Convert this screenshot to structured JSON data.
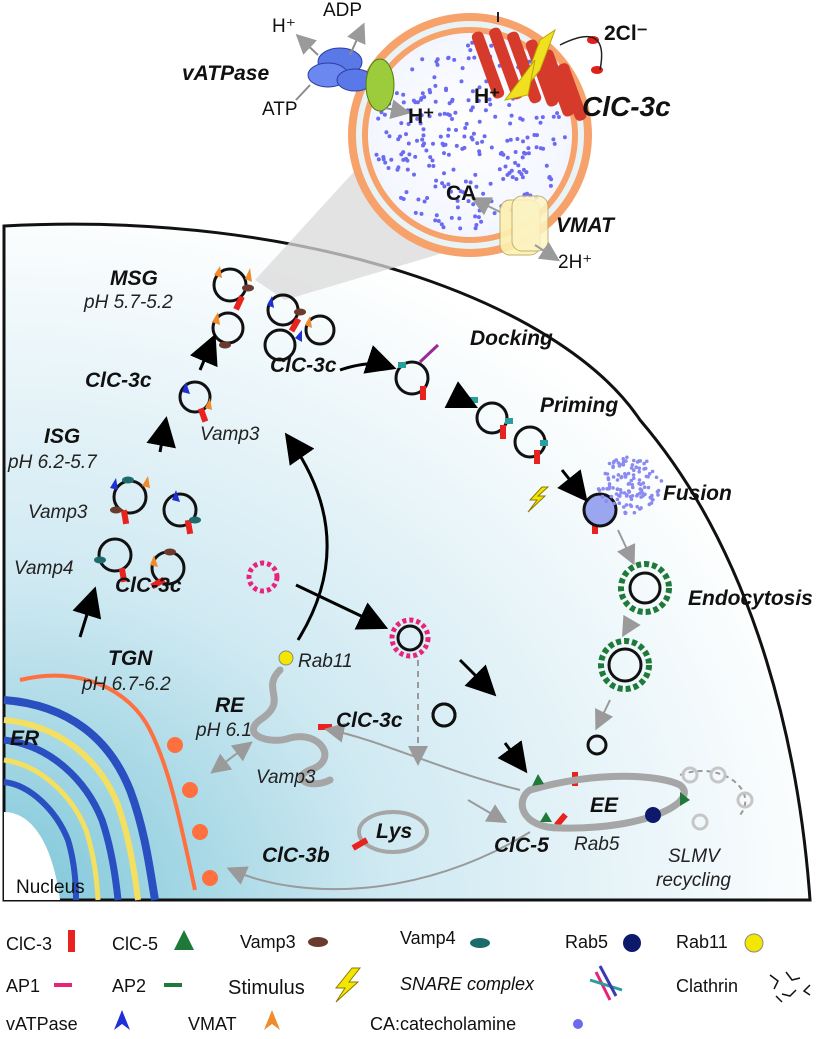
{
  "vesicle_detail": {
    "proton_top": "H⁺",
    "adp": "ADP",
    "atp": "ATP",
    "vatpase": "vATPase",
    "proton_in_left": "H⁺",
    "proton_in_right": "H⁺",
    "two_cl": "2Cl⁻",
    "clc3c": "ClC-3c",
    "ca": "CA",
    "vmat": "VMAT",
    "two_h": "2H⁺"
  },
  "cell_labels": {
    "msg": "MSG",
    "msg_ph": "pH 5.7-5.2",
    "clc3c_msg_left": "ClC-3c",
    "clc3c_msg_right": "ClC-3c",
    "vamp3_msg": "Vamp3",
    "docking": "Docking",
    "priming": "Priming",
    "fusion": "Fusion",
    "endocytosis": "Endocytosis",
    "isg": "ISG",
    "isg_ph": "pH 6.2-5.7",
    "vamp3_isg": "Vamp3",
    "vamp4_isg": "Vamp4",
    "clc3c_isg": "ClC-3c",
    "tgn": "TGN",
    "tgn_ph": "pH 6.7-6.2",
    "rab11": "Rab11",
    "re": "RE",
    "re_ph": "pH 6.1",
    "clc3c_re": "ClC-3c",
    "vamp3_re": "Vamp3",
    "er": "ER",
    "nucleus": "Nucleus",
    "clc3b": "ClC-3b",
    "lys": "Lys",
    "ee": "EE",
    "clc5": "ClC-5",
    "rab5": "Rab5",
    "slmv": "SLMV",
    "recycling": "recycling"
  },
  "legend": [
    {
      "label": "ClC-3",
      "icon": "clc3-bar-icon",
      "color": "#e8231f"
    },
    {
      "label": "ClC-5",
      "icon": "clc5-triangle-icon",
      "color": "#1f7a3a"
    },
    {
      "label": "Vamp3",
      "icon": "vamp3-oval-icon",
      "color": "#6b3a2e"
    },
    {
      "label": "Vamp4",
      "icon": "vamp4-oval-icon",
      "color": "#1f6b6b"
    },
    {
      "label": "Rab5",
      "icon": "rab5-dot-icon",
      "color": "#0d1a6b"
    },
    {
      "label": "Rab11",
      "icon": "rab11-dot-icon",
      "color": "#f3e600"
    },
    {
      "label": "AP1",
      "icon": "ap1-dash-icon",
      "color": "#e8237a"
    },
    {
      "label": "AP2",
      "icon": "ap2-dash-icon",
      "color": "#1f7a3a"
    },
    {
      "label": "Stimulus",
      "icon": "lightning-icon",
      "color": "#f3e600"
    },
    {
      "label": "SNARE complex",
      "icon": "snare-complex-icon",
      "color": "#2a9d9d"
    },
    {
      "label": "Clathrin",
      "icon": "clathrin-triskelion-icon",
      "color": "#111111"
    },
    {
      "label": "vATPase",
      "icon": "vatpase-chevron-icon",
      "color": "#1f2fd6"
    },
    {
      "label": "VMAT",
      "icon": "vmat-chevron-icon",
      "color": "#f08a2a"
    },
    {
      "label": "CA:catecholamine",
      "icon": "ca-dot-icon",
      "color": "#6b6bf0"
    }
  ]
}
